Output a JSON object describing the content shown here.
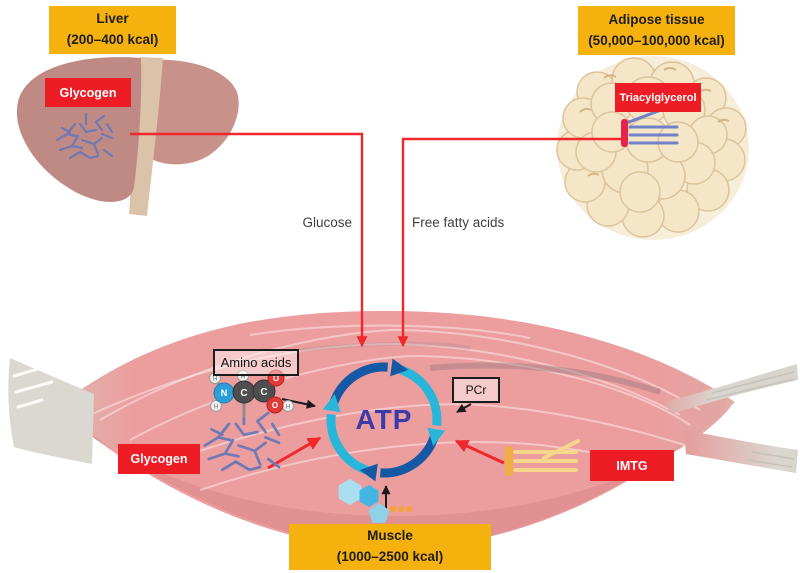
{
  "liver": {
    "title": "Liver",
    "kcal": "(200–400 kcal)",
    "store": "Glycogen"
  },
  "adipose": {
    "title": "Adipose tissue",
    "kcal": "(50,000–100,000 kcal)",
    "store": "Triacylglycerol"
  },
  "muscle": {
    "title": "Muscle",
    "kcal": "(1000–2500 kcal)",
    "glycogen": "Glycogen",
    "imtg": "IMTG",
    "pcr": "PCr",
    "amino_acids": "Amino acids"
  },
  "fluxes": {
    "glucose": "Glucose",
    "ffa": "Free fatty acids"
  },
  "atp": "ATP",
  "atoms": {
    "c": "C",
    "n": "N",
    "o": "O",
    "h": "H"
  },
  "colors": {
    "box_yellow": "#F5B10D",
    "box_red": "#EE1C25",
    "arrow_red": "#F0282D",
    "atp_dark_blue": "#1559A6",
    "atp_cyan": "#29B6DB",
    "atp_text": "#3B3BAA",
    "muscle_pink": "#EC9E9E",
    "glycogen_branch": "#6F79B5",
    "adipose_cell": "#F5E6C8"
  }
}
